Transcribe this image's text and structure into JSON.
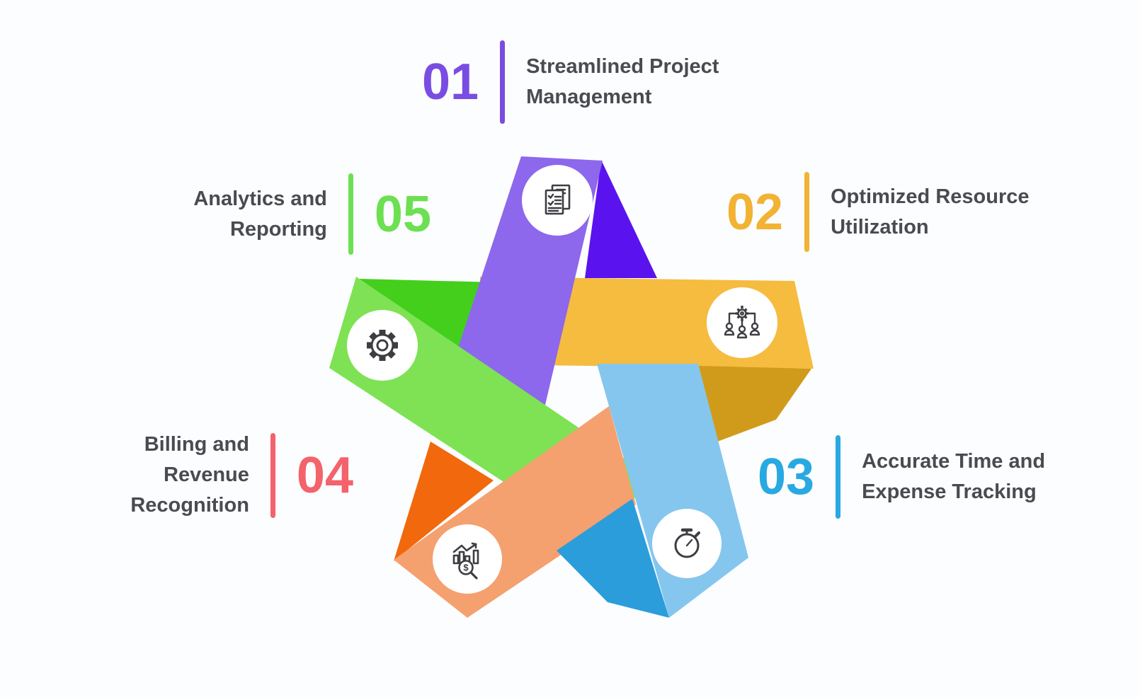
{
  "colors": {
    "background": "#fcfdfe",
    "text": "#4a4a51",
    "icon_stroke": "#3d3d42"
  },
  "items": [
    {
      "number": "01",
      "lines": [
        "Streamlined Project",
        "Management"
      ],
      "color": "#7a4de2",
      "icon": "report-document-icon"
    },
    {
      "number": "02",
      "lines": [
        "Optimized Resource",
        "Utilization"
      ],
      "color": "#f2b233",
      "icon": "team-gear-icon"
    },
    {
      "number": "03",
      "lines": [
        "Accurate Time and",
        "Expense Tracking"
      ],
      "color": "#29a9e1",
      "icon": "stopwatch-icon"
    },
    {
      "number": "04",
      "lines": [
        "Billing and",
        "Revenue",
        "Recognition"
      ],
      "color": "#f4626b",
      "icon": "revenue-chart-icon"
    },
    {
      "number": "05",
      "lines": [
        "Analytics and",
        "Reporting"
      ],
      "color": "#6ce052",
      "icon": "gear-icon"
    }
  ],
  "star": {
    "icon_circle_fill": "#ffffff",
    "ribbons": [
      {
        "name": "purple",
        "light": "#8d67ec",
        "dark": "#5a13ee"
      },
      {
        "name": "yellow",
        "light": "#f5bc40",
        "dark": "#d09b1b"
      },
      {
        "name": "blue",
        "light": "#85c6ee",
        "dark": "#2b9ddb"
      },
      {
        "name": "orange",
        "light": "#f5a06f",
        "dark": "#f2680d"
      },
      {
        "name": "green",
        "light": "#7ee254",
        "dark": "#43cf1c"
      }
    ]
  }
}
